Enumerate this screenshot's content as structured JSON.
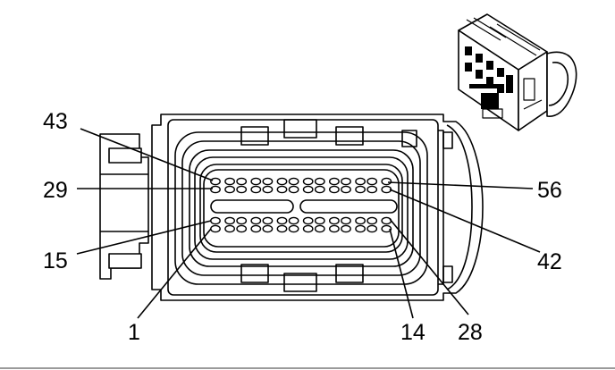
{
  "diagram": {
    "pin_labels": {
      "pin_43": "43",
      "pin_29": "29",
      "pin_15": "15",
      "pin_1": "1",
      "pin_56": "56",
      "pin_42": "42",
      "pin_28": "28",
      "pin_14": "14"
    },
    "cavity_layout": {
      "rows": 4,
      "cavities_per_row": 14,
      "total_cavities": 56
    },
    "colors": {
      "line": "#000000",
      "background": "#ffffff",
      "rule": "#9a9a9a"
    }
  }
}
